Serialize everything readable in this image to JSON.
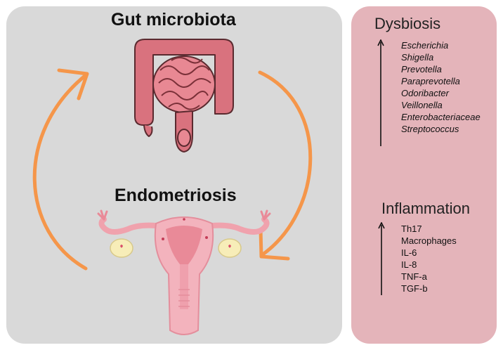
{
  "diagram": {
    "gut_title": "Gut microbiota",
    "endo_title": "Endometriosis"
  },
  "dysbiosis": {
    "heading": "Dysbiosis",
    "direction": "up-arrow-icon",
    "taxa": [
      "Escherichia",
      "Shigella",
      "Prevotella",
      "Paraprevotella",
      "Odoribacter",
      "Veillonella",
      "Enterobacteriaceae",
      "Streptococcus"
    ]
  },
  "inflammation": {
    "heading": "Inflammation",
    "direction": "up-arrow-icon",
    "markers": [
      "Th17",
      "Macrophages",
      "IL-6",
      "IL-8",
      "TNF-a",
      "TGF-b"
    ]
  },
  "colors": {
    "left_panel": "#d9d9d9",
    "right_panel": "#e4b4ba",
    "cycle_arrows": "#f5964a",
    "intestine": "#d9727e",
    "uterus": "#f3b3bd"
  },
  "icons": {
    "gut": "intestine-icon",
    "uterus": "uterus-icon",
    "cycle": "cycle-arrow-icon"
  }
}
